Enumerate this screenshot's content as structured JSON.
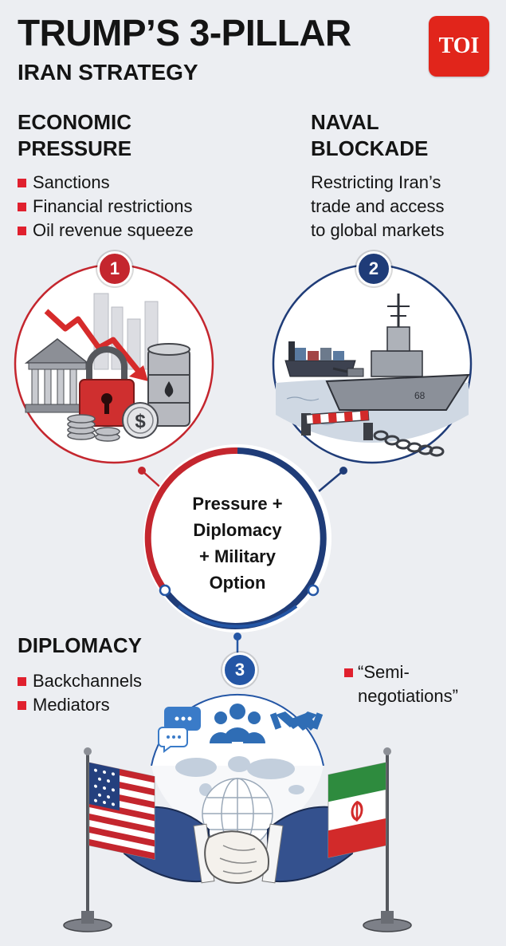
{
  "header": {
    "title": "TRUMP’S 3-PILLAR",
    "subtitle": "IRAN STRATEGY",
    "logo_text": "TOI"
  },
  "colors": {
    "red": "#c4262e",
    "navy": "#1f3c78",
    "blue": "#2456a5",
    "bullet": "#e0202e",
    "logo": "#e1251b"
  },
  "pillars": {
    "economic": {
      "number": "1",
      "title": "ECONOMIC\nPRESSURE",
      "bullets": [
        "Sanctions",
        "Financial restrictions",
        "Oil revenue squeeze"
      ],
      "icons": [
        "bank-building-icon",
        "padlock-icon",
        "dollar-coin-icon",
        "oil-barrel-icon",
        "declining-arrow-icon"
      ]
    },
    "naval": {
      "number": "2",
      "title": "NAVAL\nBLOCKADE",
      "description": "Restricting Iran’s\ntrade and access\nto global markets",
      "icons": [
        "warship-icon",
        "cargo-ship-icon",
        "barrier-icon",
        "chain-icon"
      ]
    },
    "diplomacy": {
      "number": "3",
      "title": "DIPLOMACY",
      "bullets": [
        "Backchannels",
        "Mediators"
      ],
      "extra_bullet": "“Semi-\nnegotiations”",
      "icons": [
        "chat-bubbles-icon",
        "people-group-icon",
        "handshake-icon",
        "globe-icon",
        "us-flag-icon",
        "iran-flag-icon"
      ]
    }
  },
  "center": {
    "text": "Pressure +\nDiplomacy\n+ Military\nOption"
  }
}
